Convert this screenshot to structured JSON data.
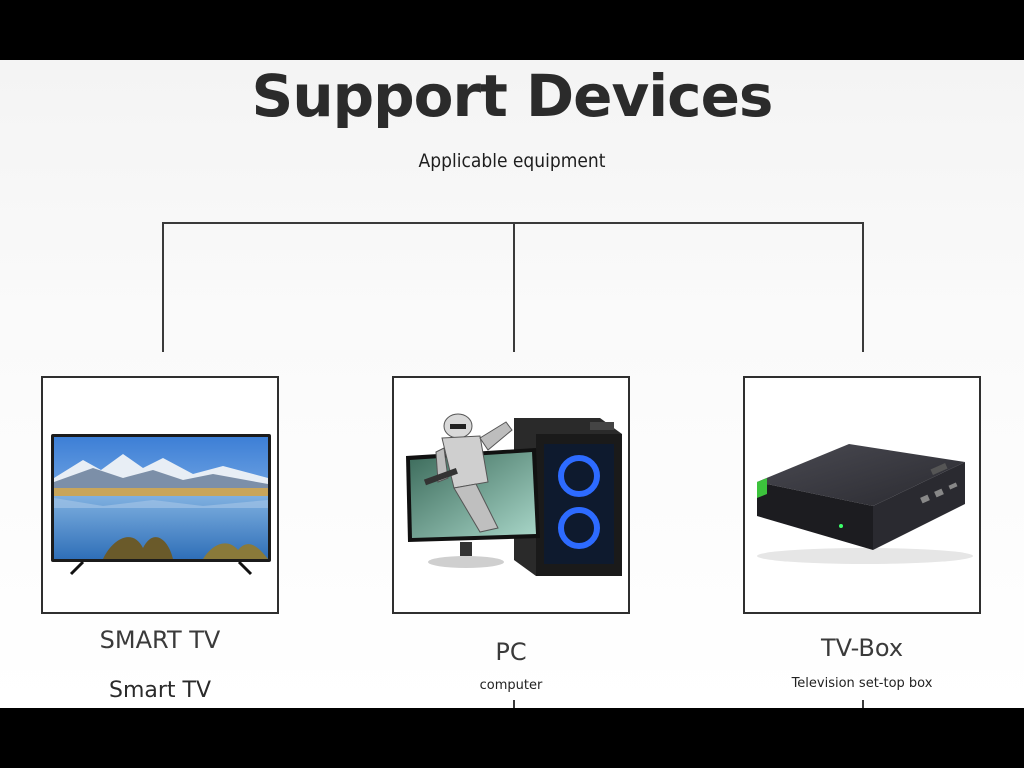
{
  "page": {
    "title": "Support Devices",
    "subtitle": "Applicable equipment"
  },
  "devices": [
    {
      "name": "SMART TV",
      "desc": "Smart TV",
      "icon": "smart-tv-image"
    },
    {
      "name": "PC",
      "desc": "computer",
      "icon": "gaming-pc-image"
    },
    {
      "name": "TV-Box",
      "desc": "Television set-top box",
      "icon": "tv-box-image"
    }
  ],
  "colors": {
    "title": "#2b2b2b",
    "line": "#3a3a3a",
    "background": "#fafafa",
    "letterbox": "#000000"
  }
}
